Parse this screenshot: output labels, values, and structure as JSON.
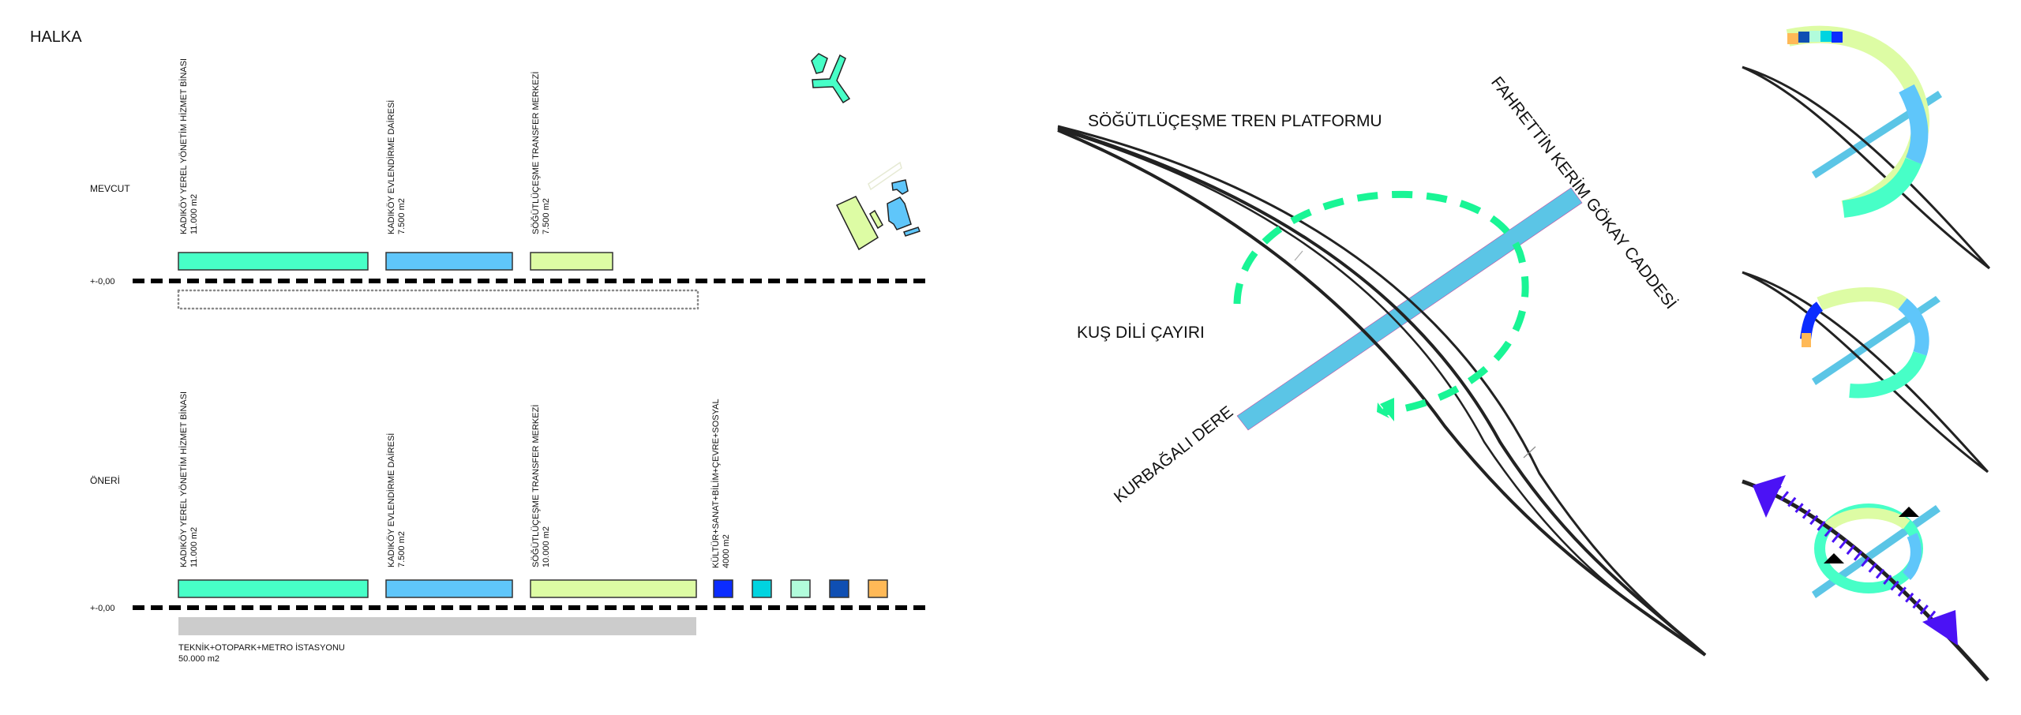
{
  "title": "HALKA",
  "colors": {
    "green": "#47ffc7",
    "blue": "#5fc6fa",
    "lime": "#ddfca4",
    "stream": "#5bc5e6",
    "accent_green": "#19f595",
    "gray_box": "#cccccc",
    "purple": "#4b12f5",
    "ground": "#000000",
    "dotted": "#8a8a8a",
    "sq1": "#0b2cff",
    "sq2": "#00d4e0",
    "sq3": "#b1fcdb",
    "sq4": "#0f4fb3",
    "sq5": "#ffb957"
  },
  "mevcut": {
    "label": "MEVCUT",
    "ground_label": "+-0,00",
    "buildings": [
      {
        "name": "KADIKÖY YEREL YÖNETİM HİZMET BİNASI",
        "area": "11.000 m2",
        "color_key": "green"
      },
      {
        "name": "KADIKÖY EVLENDİRME DAİRESİ",
        "area": "7.500 m2",
        "color_key": "blue"
      },
      {
        "name": "SÖĞÜTLÜÇEŞME TRANSFER MERKEZİ",
        "area": "7.500 m2",
        "color_key": "lime"
      }
    ]
  },
  "oneri": {
    "label": "ÖNERİ",
    "ground_label": "+-0,00",
    "buildings": [
      {
        "name": "KADIKÖY YEREL YÖNETİM HİZMET BİNASI",
        "area": "11.000 m2",
        "color_key": "green"
      },
      {
        "name": "KADIKÖY EVLENDİRME DAİRESİ",
        "area": "7.500 m2",
        "color_key": "blue"
      },
      {
        "name": "SÖĞÜTLÜÇEŞME TRANSFER MERKEZİ",
        "area": "10.000 m2",
        "color_key": "lime"
      },
      {
        "name": "KÜLTÜR+SANAT+BİLİM+ÇEVRE+SOSYAL",
        "area": "4000 m2",
        "color_key": "sq1"
      }
    ],
    "underground": {
      "name": "TEKNİK+OTOPARK+METRO İSTASYONU",
      "area": "50.000 m2"
    }
  },
  "map": {
    "platform_label": "SÖĞÜTLÜÇEŞME TREN PLATFORMU",
    "street_label": "FAHRETTİN KERİM GÖKAY CADDESİ",
    "meadow_label": "KUŞ DİLİ ÇAYIRI",
    "stream_label": "KURBAĞALI DERE"
  }
}
